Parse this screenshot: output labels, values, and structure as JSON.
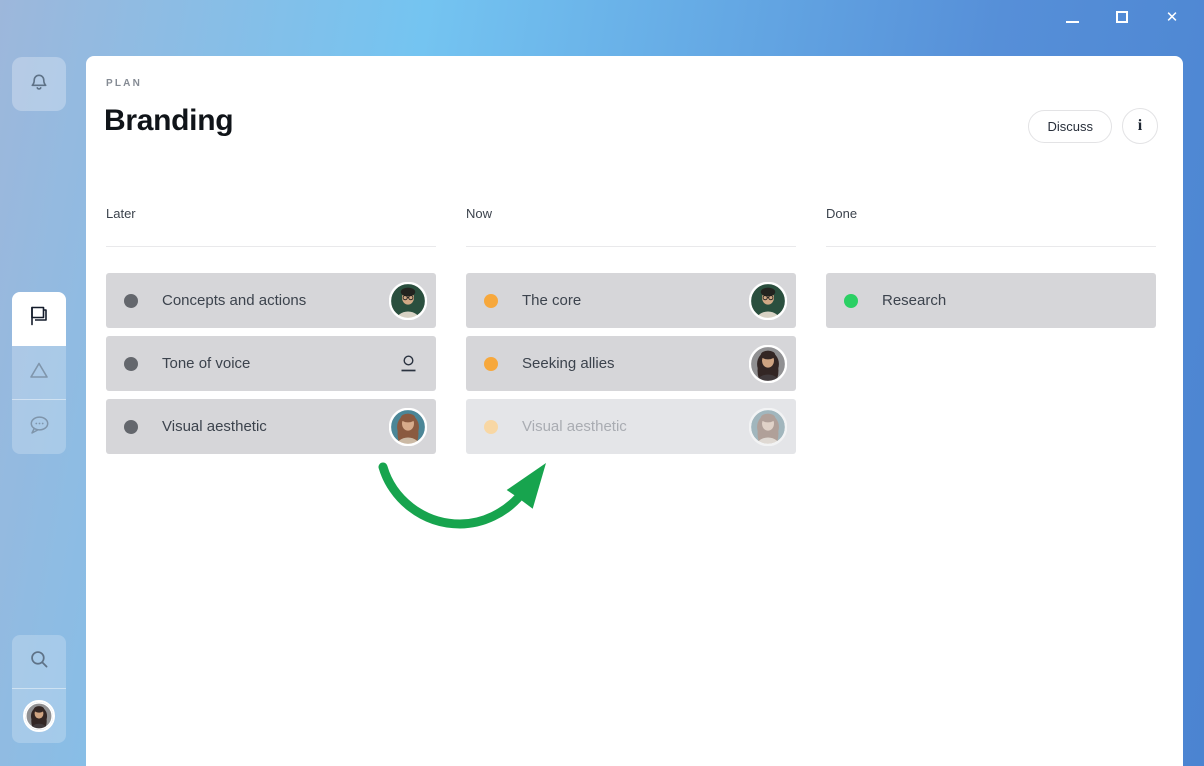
{
  "window": {
    "close_glyph": "✕",
    "controls": [
      "minimize",
      "maximize",
      "close"
    ]
  },
  "sidebar": {
    "notifications_icon": "bell-icon",
    "nav": [
      {
        "id": "plan",
        "icon": "flag-icon",
        "active": true
      },
      {
        "id": "hill",
        "icon": "triangle-icon",
        "active": false
      },
      {
        "id": "chat",
        "icon": "chat-bubble-icon",
        "active": false
      }
    ],
    "search_icon": "search-icon",
    "profile_avatar": "woman-gray"
  },
  "header": {
    "eyebrow": "PLAN",
    "title": "Branding",
    "discuss_label": "Discuss",
    "info_glyph": "i"
  },
  "board": {
    "columns": [
      {
        "name": "Later",
        "cards": [
          {
            "title": "Concepts and actions",
            "dot": "#64676d",
            "avatar": "man-green"
          },
          {
            "title": "Tone of voice",
            "dot": "#64676d",
            "unassigned": true
          },
          {
            "title": "Visual aesthetic",
            "dot": "#64676d",
            "avatar": "woman-teal"
          }
        ]
      },
      {
        "name": "Now",
        "cards": [
          {
            "title": "The core",
            "dot": "#f7a83c",
            "avatar": "man-green"
          },
          {
            "title": "Seeking allies",
            "dot": "#f7a83c",
            "avatar": "woman-gray"
          },
          {
            "title": "Visual aesthetic",
            "dot": "#f8d7a4",
            "avatar": "woman-teal",
            "ghost": true
          }
        ]
      },
      {
        "name": "Done",
        "cards": [
          {
            "title": "Research",
            "dot": "#2bd064"
          }
        ]
      }
    ]
  },
  "annotation": {
    "arrow_color": "#17a44e"
  },
  "avatars": {
    "man-green": {
      "bg": "#2a4f3e",
      "hair": "#23231f",
      "face": "#d2a986",
      "body": "#d8d2c4",
      "glasses": true,
      "long": false
    },
    "woman-gray": {
      "bg": "#909092",
      "hair": "#332624",
      "face": "#cfa482",
      "body": "#413a3c",
      "glasses": false,
      "long": true
    },
    "woman-teal": {
      "bg": "#4b8697",
      "hair": "#8a5a40",
      "face": "#d7ab8b",
      "body": "#cbb9a4",
      "glasses": false,
      "long": true
    }
  },
  "colors": {
    "card_bg": "#d6d6d9",
    "card_bg_ghost": "#e4e5e8",
    "unassigned_icon": "#2b3340"
  }
}
